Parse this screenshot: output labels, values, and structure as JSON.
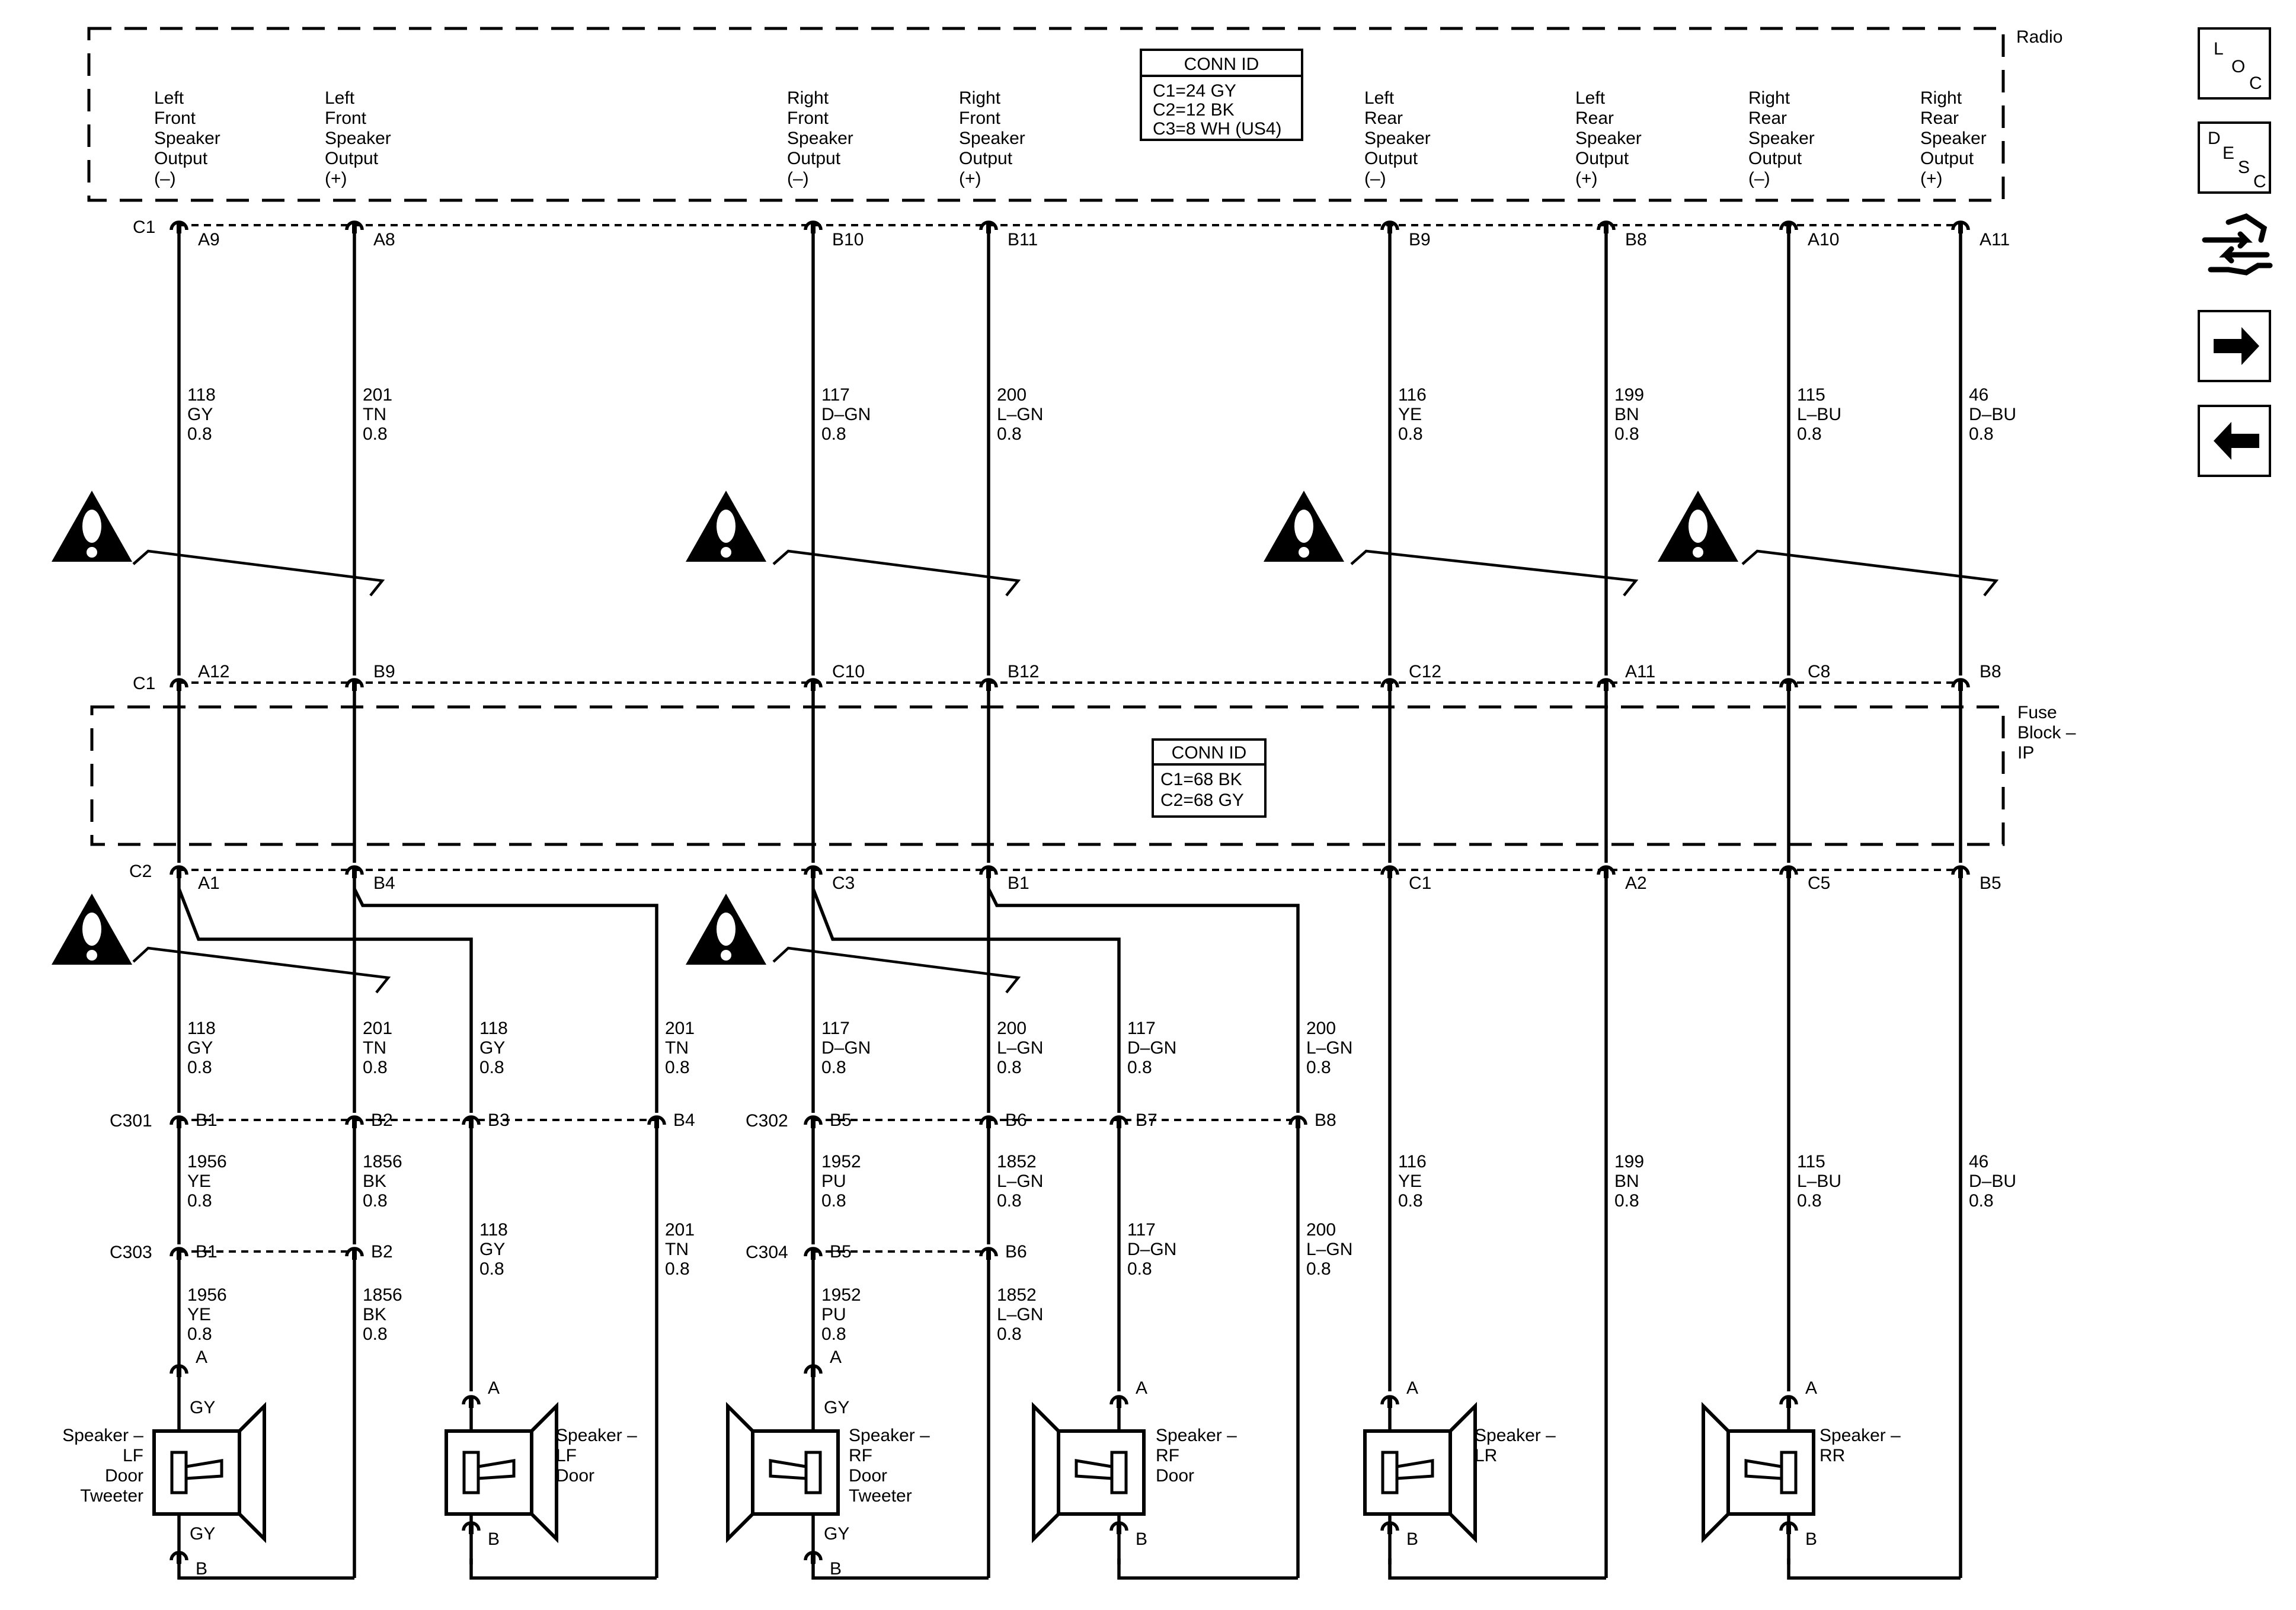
{
  "modules": {
    "radio": "Radio",
    "fuse_line1": "Fuse",
    "fuse_line2": "Block –",
    "fuse_line3": "IP"
  },
  "conn_id": {
    "radio": {
      "title": "CONN ID",
      "lines": [
        "C1=24 GY",
        "C2=12 BK",
        "C3=8 WH (US4)"
      ]
    },
    "fuse": {
      "title": "CONN ID",
      "lines": [
        "C1=68 BK",
        "C2=68 GY"
      ]
    }
  },
  "outputs": [
    [
      "Left",
      "Front",
      "Speaker",
      "Output",
      "(–)"
    ],
    [
      "Left",
      "Front",
      "Speaker",
      "Output",
      "(+)"
    ],
    [
      "Right",
      "Front",
      "Speaker",
      "Output",
      "(–)"
    ],
    [
      "Right",
      "Front",
      "Speaker",
      "Output",
      "(+)"
    ],
    [
      "Left",
      "Rear",
      "Speaker",
      "Output",
      "(–)"
    ],
    [
      "Left",
      "Rear",
      "Speaker",
      "Output",
      "(+)"
    ],
    [
      "Right",
      "Rear",
      "Speaker",
      "Output",
      "(–)"
    ],
    [
      "Right",
      "Rear",
      "Speaker",
      "Output",
      "(+)"
    ]
  ],
  "radio_pins": [
    "A9",
    "A8",
    "B10",
    "B11",
    "B9",
    "B8",
    "A10",
    "A11"
  ],
  "fuse_top_pins": [
    "A12",
    "B9",
    "C10",
    "B12",
    "C12",
    "A11",
    "C8",
    "B8"
  ],
  "fuse_bottom_pins": [
    "A1",
    "B4",
    "C3",
    "B1",
    "C1",
    "A2",
    "C5",
    "B5"
  ],
  "connectors": {
    "c1": "C1",
    "c2": "C2",
    "c301": "C301",
    "c302": "C302",
    "c303": "C303",
    "c304": "C304"
  },
  "c301_pins": [
    "B1",
    "B2",
    "B3",
    "B4"
  ],
  "c302_pins": [
    "B5",
    "B6",
    "B7",
    "B8"
  ],
  "c303_pins": [
    "B1",
    "B2"
  ],
  "c304_pins": [
    "B5",
    "B6"
  ],
  "wires_upper": [
    [
      "118",
      "GY",
      "0.8"
    ],
    [
      "201",
      "TN",
      "0.8"
    ],
    [
      "117",
      "D–GN",
      "0.8"
    ],
    [
      "200",
      "L–GN",
      "0.8"
    ],
    [
      "116",
      "YE",
      "0.8"
    ],
    [
      "199",
      "BN",
      "0.8"
    ],
    [
      "115",
      "L–BU",
      "0.8"
    ],
    [
      "46",
      "D–BU",
      "0.8"
    ]
  ],
  "wires_mid": [
    [
      "118",
      "GY",
      "0.8"
    ],
    [
      "201",
      "TN",
      "0.8"
    ],
    [
      "118",
      "GY",
      "0.8"
    ],
    [
      "201",
      "TN",
      "0.8"
    ],
    [
      "117",
      "D–GN",
      "0.8"
    ],
    [
      "200",
      "L–GN",
      "0.8"
    ],
    [
      "117",
      "D–GN",
      "0.8"
    ],
    [
      "200",
      "L–GN",
      "0.8"
    ]
  ],
  "wires_low1": [
    [
      "1956",
      "YE",
      "0.8"
    ],
    [
      "1856",
      "BK",
      "0.8"
    ],
    [
      "1952",
      "PU",
      "0.8"
    ],
    [
      "1852",
      "L–GN",
      "0.8"
    ],
    [
      "116",
      "YE",
      "0.8"
    ],
    [
      "199",
      "BN",
      "0.8"
    ],
    [
      "115",
      "L–BU",
      "0.8"
    ],
    [
      "46",
      "D–BU",
      "0.8"
    ]
  ],
  "wires_low2": [
    [
      "118",
      "GY",
      "0.8"
    ],
    [
      "201",
      "TN",
      "0.8"
    ],
    [
      "117",
      "D–GN",
      "0.8"
    ],
    [
      "200",
      "L–GN",
      "0.8"
    ]
  ],
  "wires_low3": [
    [
      "1956",
      "YE",
      "0.8"
    ],
    [
      "1856",
      "BK",
      "0.8"
    ],
    [
      "1952",
      "PU",
      "0.8"
    ],
    [
      "1852",
      "L–GN",
      "0.8"
    ]
  ],
  "speakers": [
    {
      "lines": [
        "Speaker –",
        "LF",
        "Door",
        "Tweeter"
      ],
      "pin_a": "A",
      "pin_b": "B",
      "top_color": "GY",
      "bot_color": "GY"
    },
    {
      "lines": [
        "Speaker –",
        "LF",
        "Door"
      ],
      "pin_a": "A",
      "pin_b": "B"
    },
    {
      "lines": [
        "Speaker –",
        "RF",
        "Door",
        "Tweeter"
      ],
      "pin_a": "A",
      "pin_b": "B",
      "top_color": "GY",
      "bot_color": "GY"
    },
    {
      "lines": [
        "Speaker –",
        "RF",
        "Door"
      ],
      "pin_a": "A",
      "pin_b": "B"
    },
    {
      "lines": [
        "Speaker –",
        "LR"
      ],
      "pin_a": "A",
      "pin_b": "B"
    },
    {
      "lines": [
        "Speaker –",
        "RR"
      ],
      "pin_a": "A",
      "pin_b": "B"
    }
  ],
  "nav": {
    "loc": [
      "L",
      "O",
      "C"
    ],
    "desc": [
      "D",
      "E",
      "S",
      "C"
    ]
  }
}
